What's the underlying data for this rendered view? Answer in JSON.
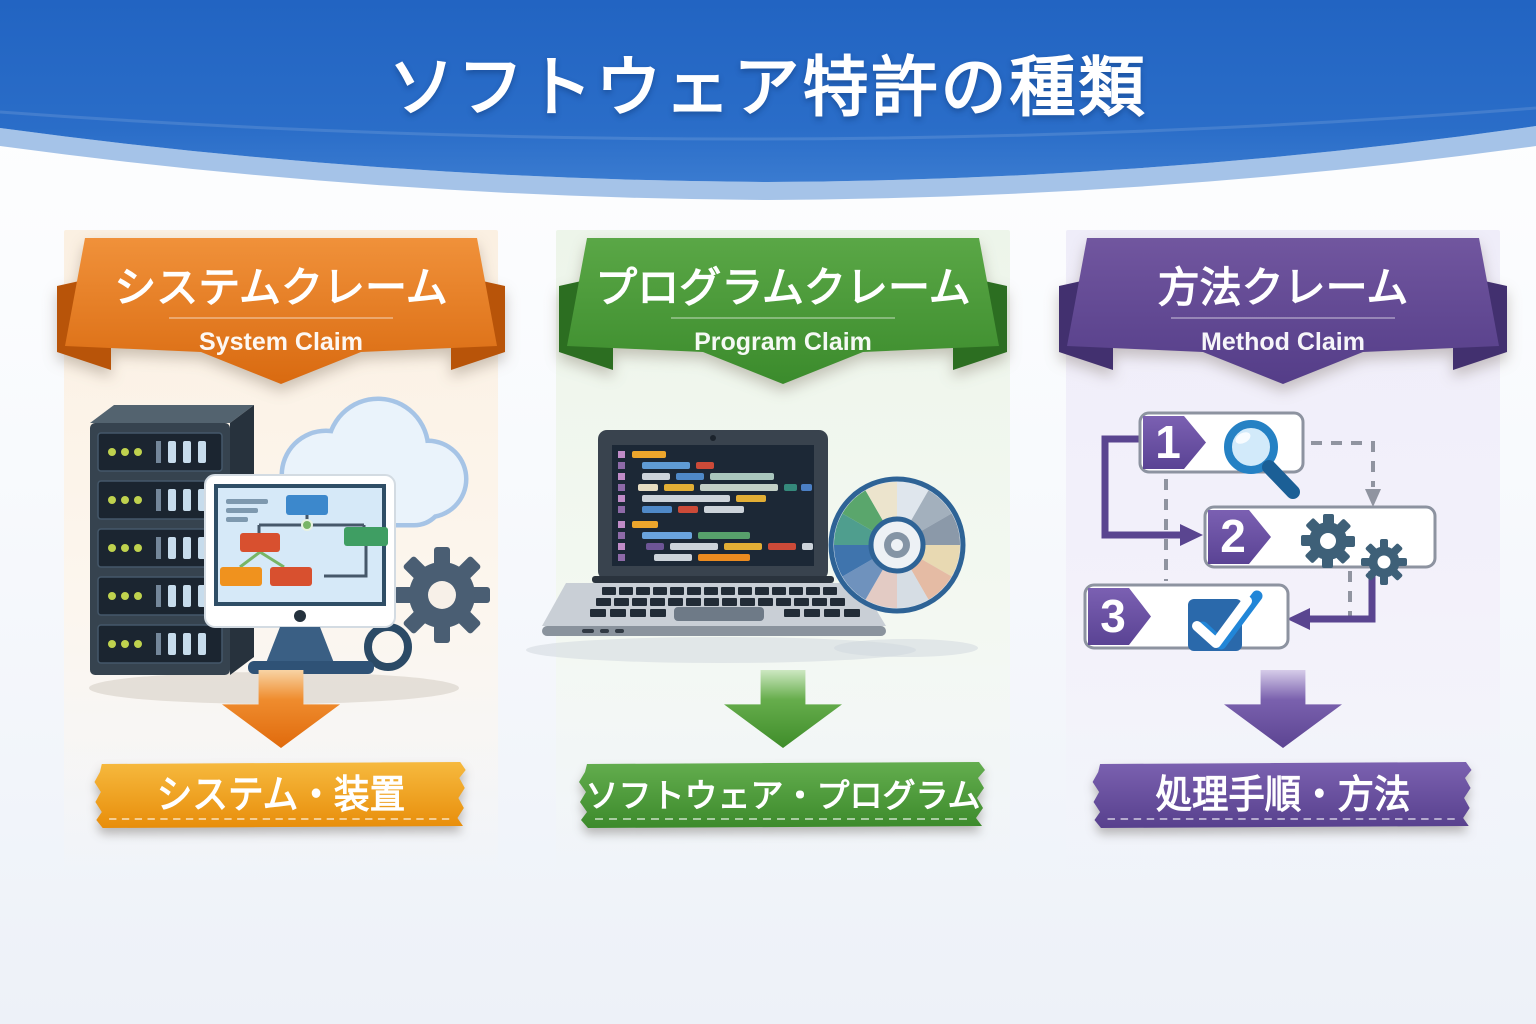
{
  "header": {
    "title": "ソフトウェア特許の種類",
    "background_color": "#2366c4"
  },
  "columns": [
    {
      "id": "system-claim",
      "banner": {
        "title": "システムクレーム",
        "subtitle": "System Claim"
      },
      "accent_color": "#e8751a",
      "illustration_icons": [
        "server-rack-icon",
        "cloud-icon",
        "monitor-flowchart-icon",
        "gear-icon"
      ],
      "result": {
        "label": "システム・装置",
        "color": "#eda018"
      }
    },
    {
      "id": "program-claim",
      "banner": {
        "title": "プログラムクレーム",
        "subtitle": "Program Claim"
      },
      "accent_color": "#4c9a38",
      "illustration_icons": [
        "laptop-code-icon",
        "cd-disc-icon"
      ],
      "result": {
        "label": "ソフトウェア・プログラム",
        "color": "#4c9a38"
      }
    },
    {
      "id": "method-claim",
      "banner": {
        "title": "方法クレーム",
        "subtitle": "Method Claim"
      },
      "accent_color": "#66509f",
      "steps": [
        {
          "number": "1",
          "icon": "magnifier-icon"
        },
        {
          "number": "2",
          "icon": "gears-icon"
        },
        {
          "number": "3",
          "icon": "checkbox-icon"
        }
      ],
      "result": {
        "label": "処理手順・方法",
        "color": "#66509f"
      }
    }
  ]
}
